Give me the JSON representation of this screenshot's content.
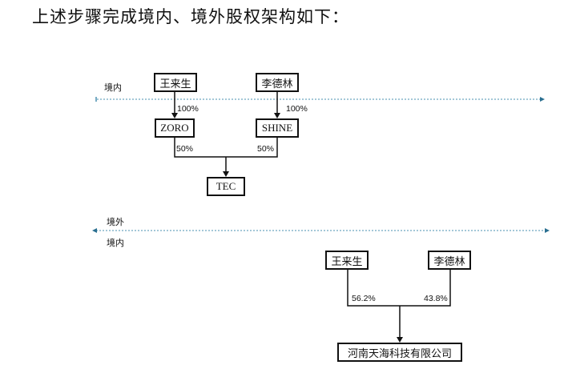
{
  "title": "上述步骤完成境内、境外股权架构如下：",
  "diagram1": {
    "zone_label": "境内",
    "shareholders": [
      {
        "name": "王来生",
        "pct": "100%",
        "entity": "ZORO",
        "entity_pct": "50%"
      },
      {
        "name": "李德林",
        "pct": "100%",
        "entity": "SHINE",
        "entity_pct": "50%"
      }
    ],
    "target": "TEC"
  },
  "diagram2": {
    "zone_above": "境外",
    "zone_below": "境内",
    "shareholders": [
      {
        "name": "王来生",
        "pct": "56.2%"
      },
      {
        "name": "李德林",
        "pct": "43.8%"
      }
    ],
    "target": "河南天海科技有限公司"
  },
  "colors": {
    "divider": "#4a90b0",
    "line": "#111111"
  }
}
